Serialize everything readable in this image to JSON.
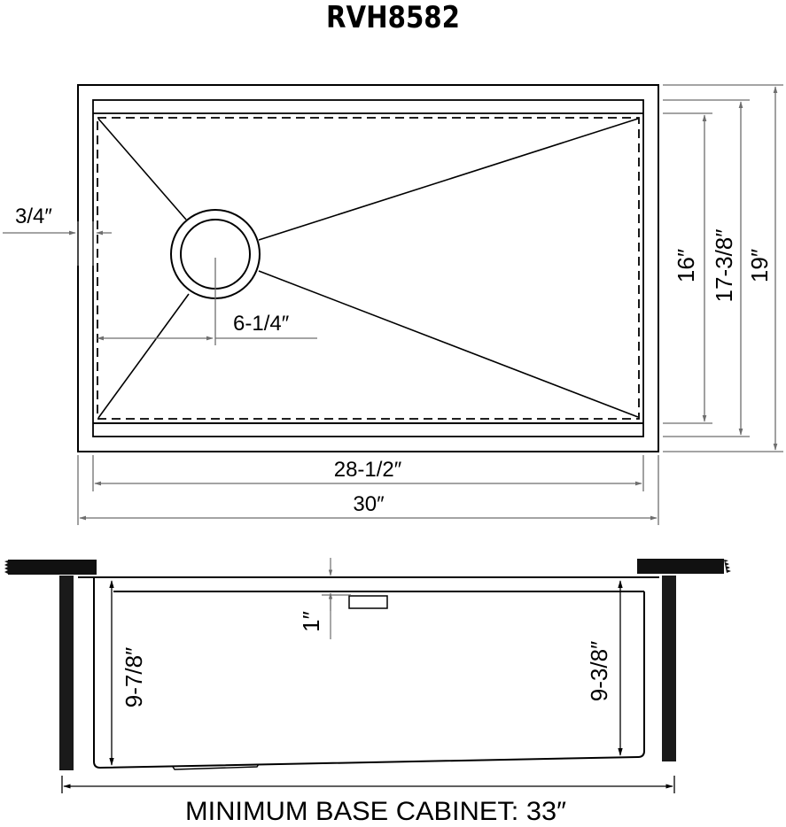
{
  "title": "RVH8582",
  "colors": {
    "line": "#000000",
    "dimension_line": "#6e6e6e",
    "background": "#ffffff",
    "wall": "#1a1a1a"
  },
  "top_view": {
    "dimensions": {
      "rim_offset": "3/4″",
      "drain_offset": "6-1/4″",
      "inner_length": "28-1/2″",
      "outer_length": "30″",
      "bowl_width": "16″",
      "inner_width": "17-3/8″",
      "outer_width": "19″"
    }
  },
  "side_view": {
    "dimensions": {
      "ledge_depth": "1″",
      "left_depth": "9-7/8″",
      "right_depth": "9-3/8″"
    },
    "footer": "MINIMUM BASE CABINET: 33″"
  }
}
